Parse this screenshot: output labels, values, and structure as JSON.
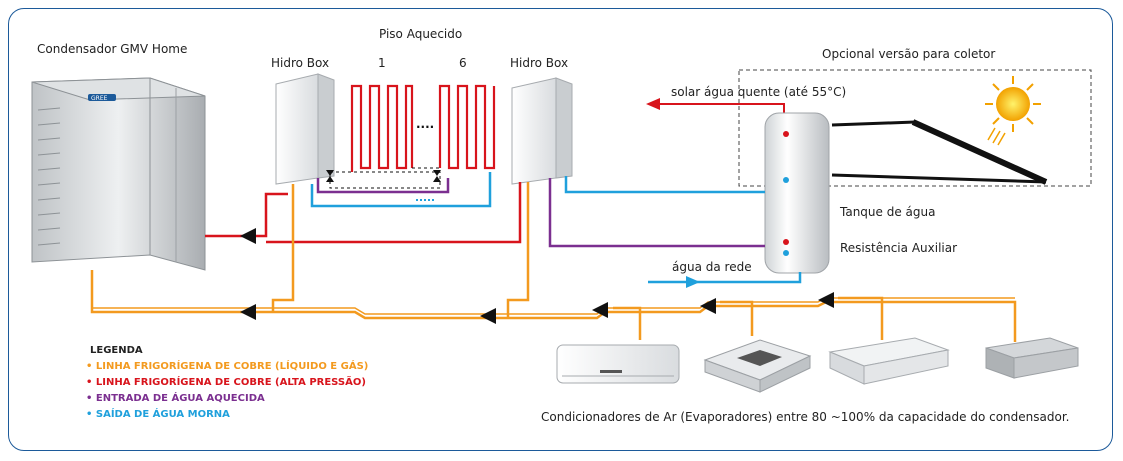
{
  "title_condenser": "Condensador GMV Home",
  "brand_mark": "GREE",
  "floor_heating_title": "Piso Aquecido",
  "hydrobox_left": "Hidro Box",
  "hydrobox_right": "Hidro Box",
  "floor_loop_first": "1",
  "floor_loop_last": "6",
  "floor_loop_ellipsis": "....",
  "optional_collector": "Opcional versão para coletor",
  "hot_water_out": "solar água quente (até 55°C)",
  "tank": "Tanque de água",
  "aux_resistance": "Resistência Auxiliar",
  "water_in": "água da rede",
  "evaporators_caption": "Condicionadores de Ar (Evaporadores) entre 80 ~100% da capacidade do condensador.",
  "legend": {
    "title": "LEGENDA",
    "items": [
      {
        "text": "• LINHA FRIGORÍGENA DE COBRE (LÍQUIDO E GÁS)",
        "color": "#f39a1f"
      },
      {
        "text": "• LINHA FRIGORÍGENA DE COBRE (ALTA PRESSÃO)",
        "color": "#d8141c"
      },
      {
        "text": "• ENTRADA DE ÁGUA AQUECIDA",
        "color": "#7b2f90"
      },
      {
        "text": "• SAÍDA DE ÁGUA MORNA",
        "color": "#1fa0dc"
      }
    ]
  },
  "colors": {
    "orange": "#f39a1f",
    "red": "#d8141c",
    "purple": "#7b2f90",
    "blue": "#1fa0dc",
    "frame": "#1c5a9a"
  },
  "icons": [
    "condenser-unit",
    "hydrobox-unit",
    "water-tank",
    "solar-collector",
    "sun-icon",
    "wall-split-unit",
    "cassette-unit",
    "ceiling-unit",
    "duct-unit"
  ]
}
